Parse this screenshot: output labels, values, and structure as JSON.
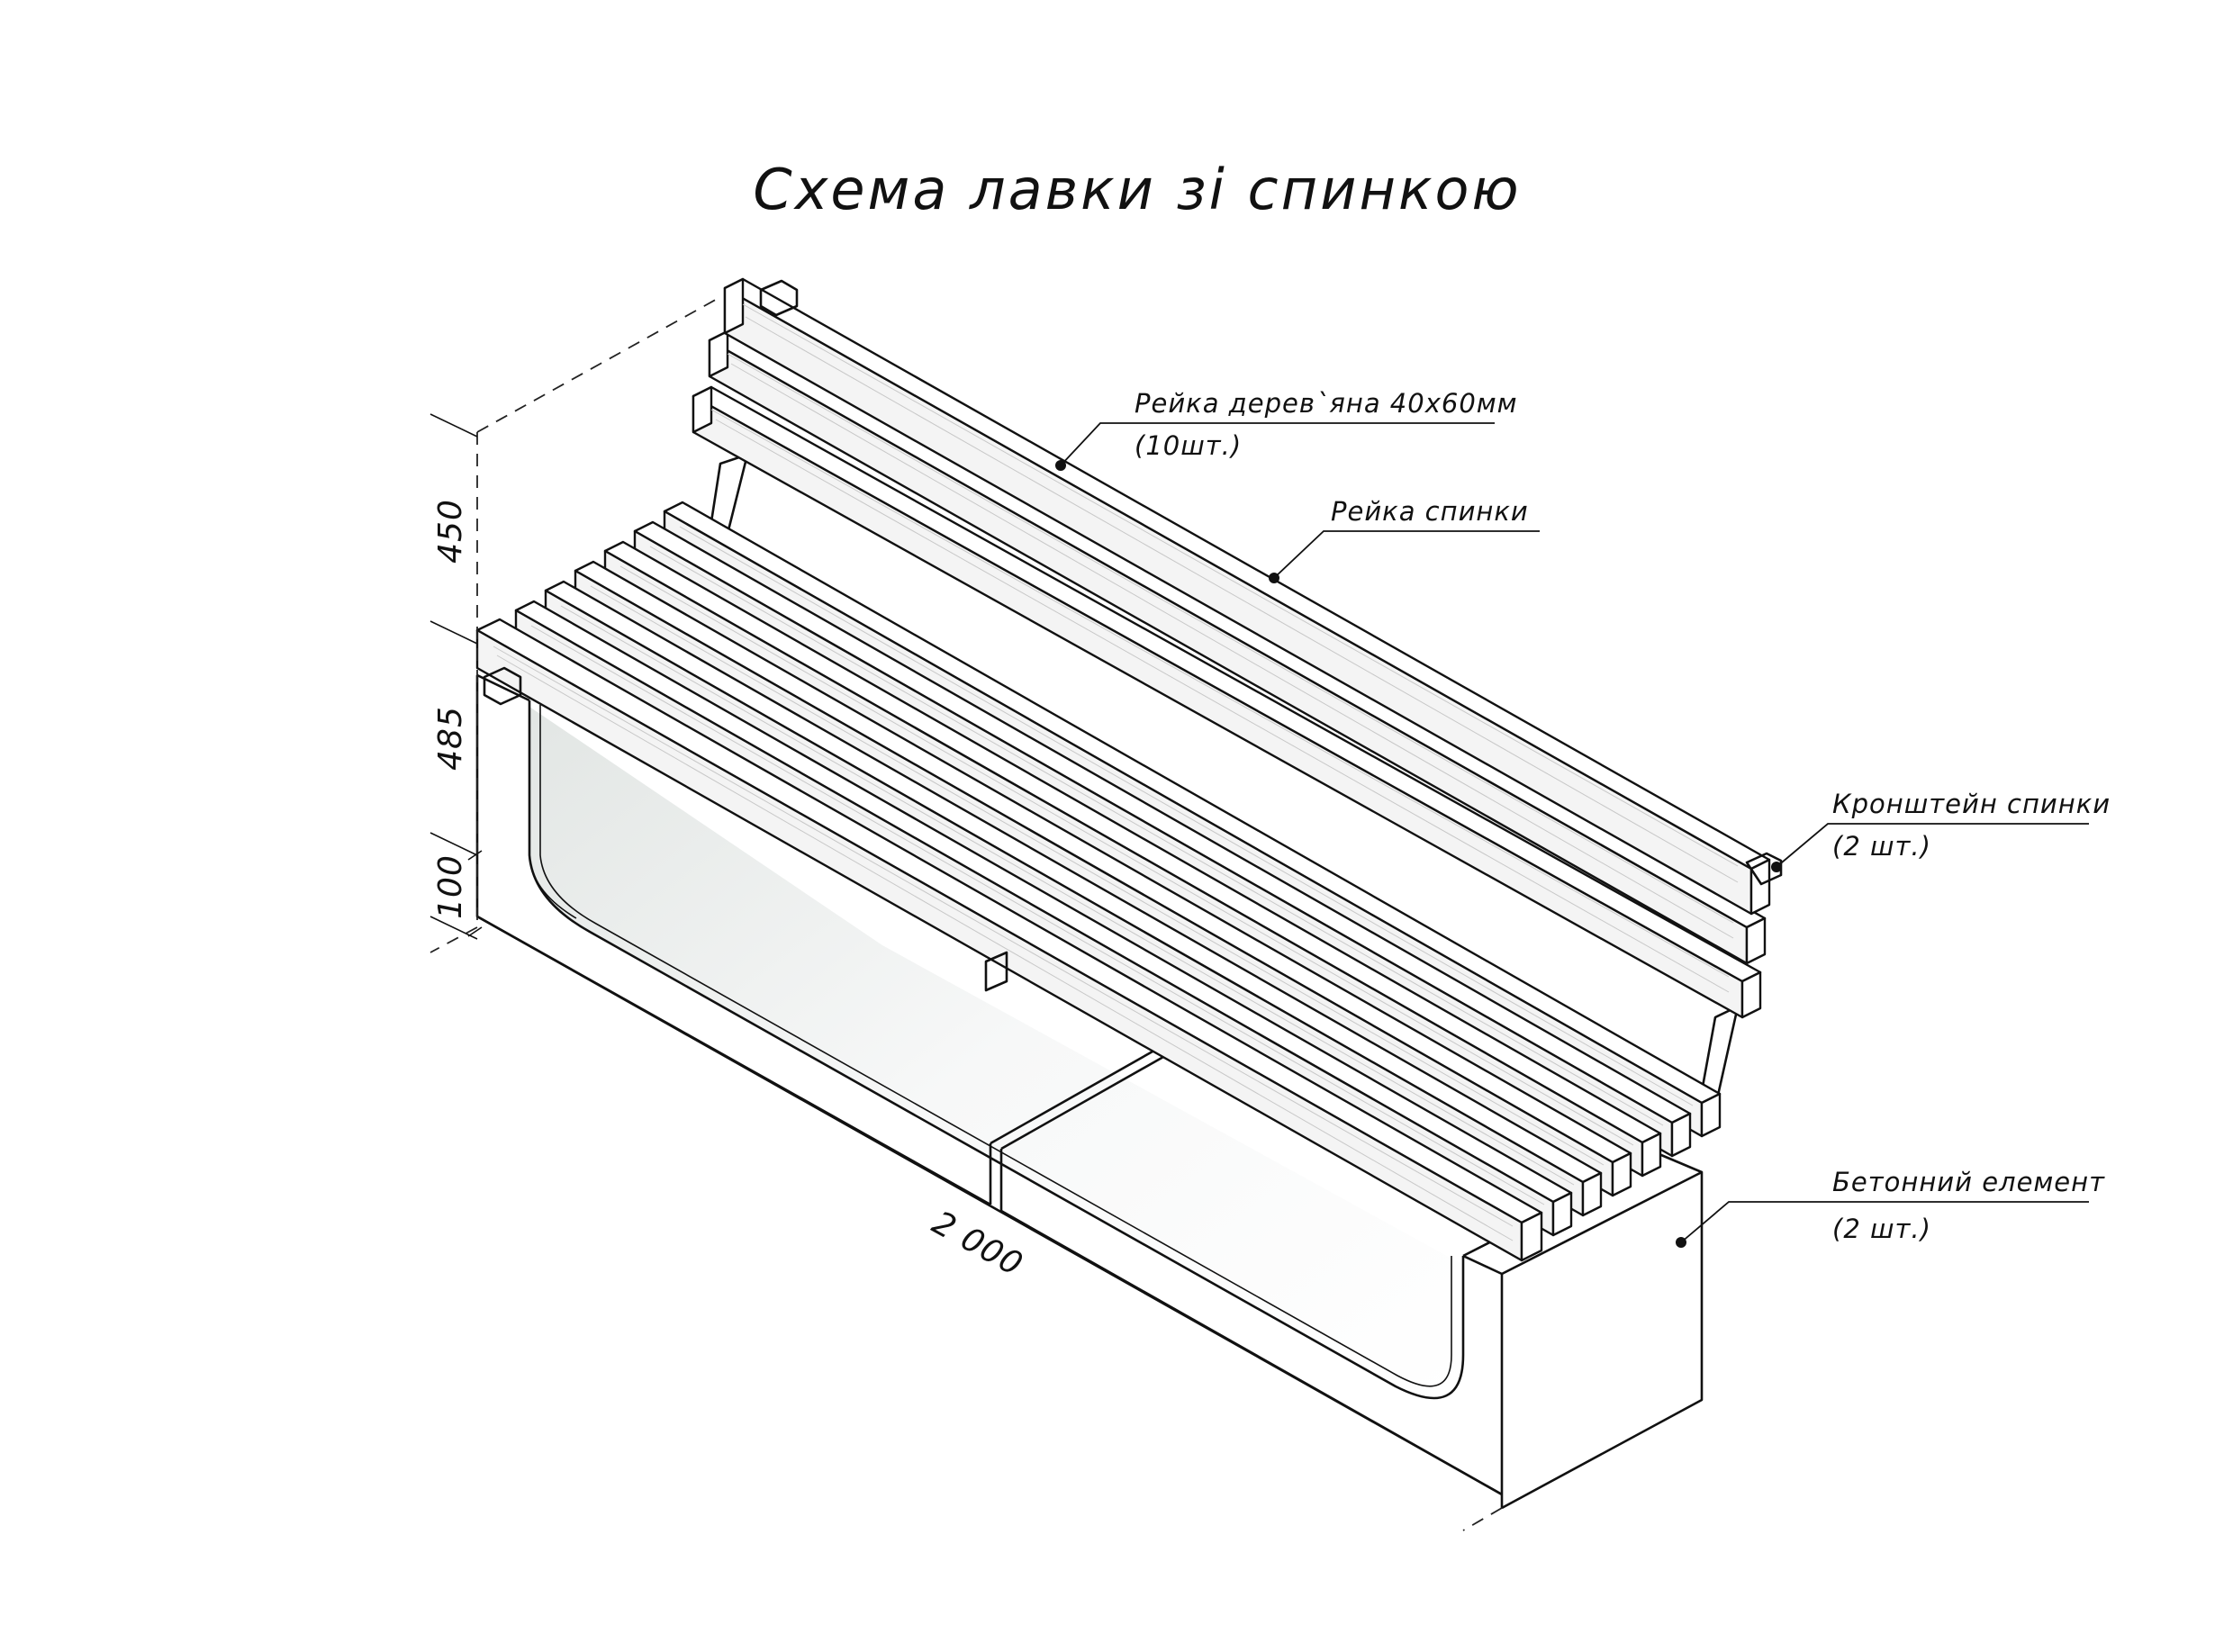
{
  "title": "Схема лавки зі спинкою",
  "callouts": {
    "slats": {
      "line1": "Рейка дерев`яна 40х60мм",
      "line2": "(10шт.)"
    },
    "back_slat": {
      "line1": "Рейка спинки"
    },
    "bracket": {
      "line1": "Кронштейн спинки",
      "line2": "(2 шт.)"
    },
    "concrete": {
      "line1": "Бетонний елемент",
      "line2": "(2 шт.)"
    }
  },
  "dimensions": {
    "back_height": "450",
    "seat_height": "485",
    "base_height": "100",
    "length": "2 000"
  },
  "colors": {
    "line": "#111111",
    "background": "#ffffff",
    "glass_tint": "#e6eae8"
  }
}
